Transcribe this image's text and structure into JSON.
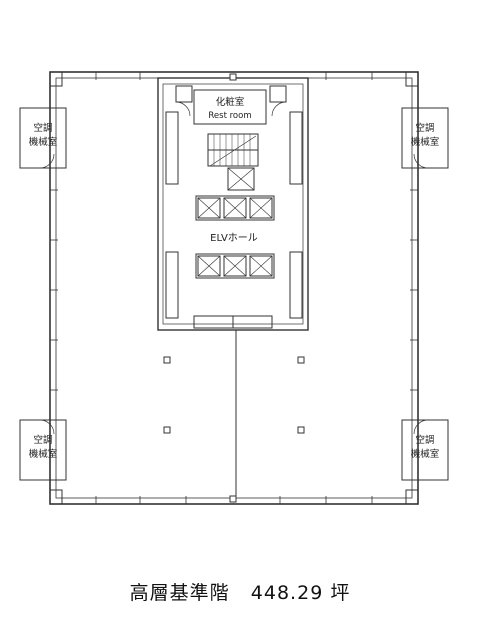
{
  "rooms": {
    "restroom_ja": "化粧室",
    "restroom_en": "Rest room",
    "elv_hall": "ELVホール",
    "mech_line1": "空調",
    "mech_line2": "機械室"
  },
  "caption": {
    "floor_name": "高層基準階",
    "area_value": "448.29",
    "area_unit": "坪"
  }
}
